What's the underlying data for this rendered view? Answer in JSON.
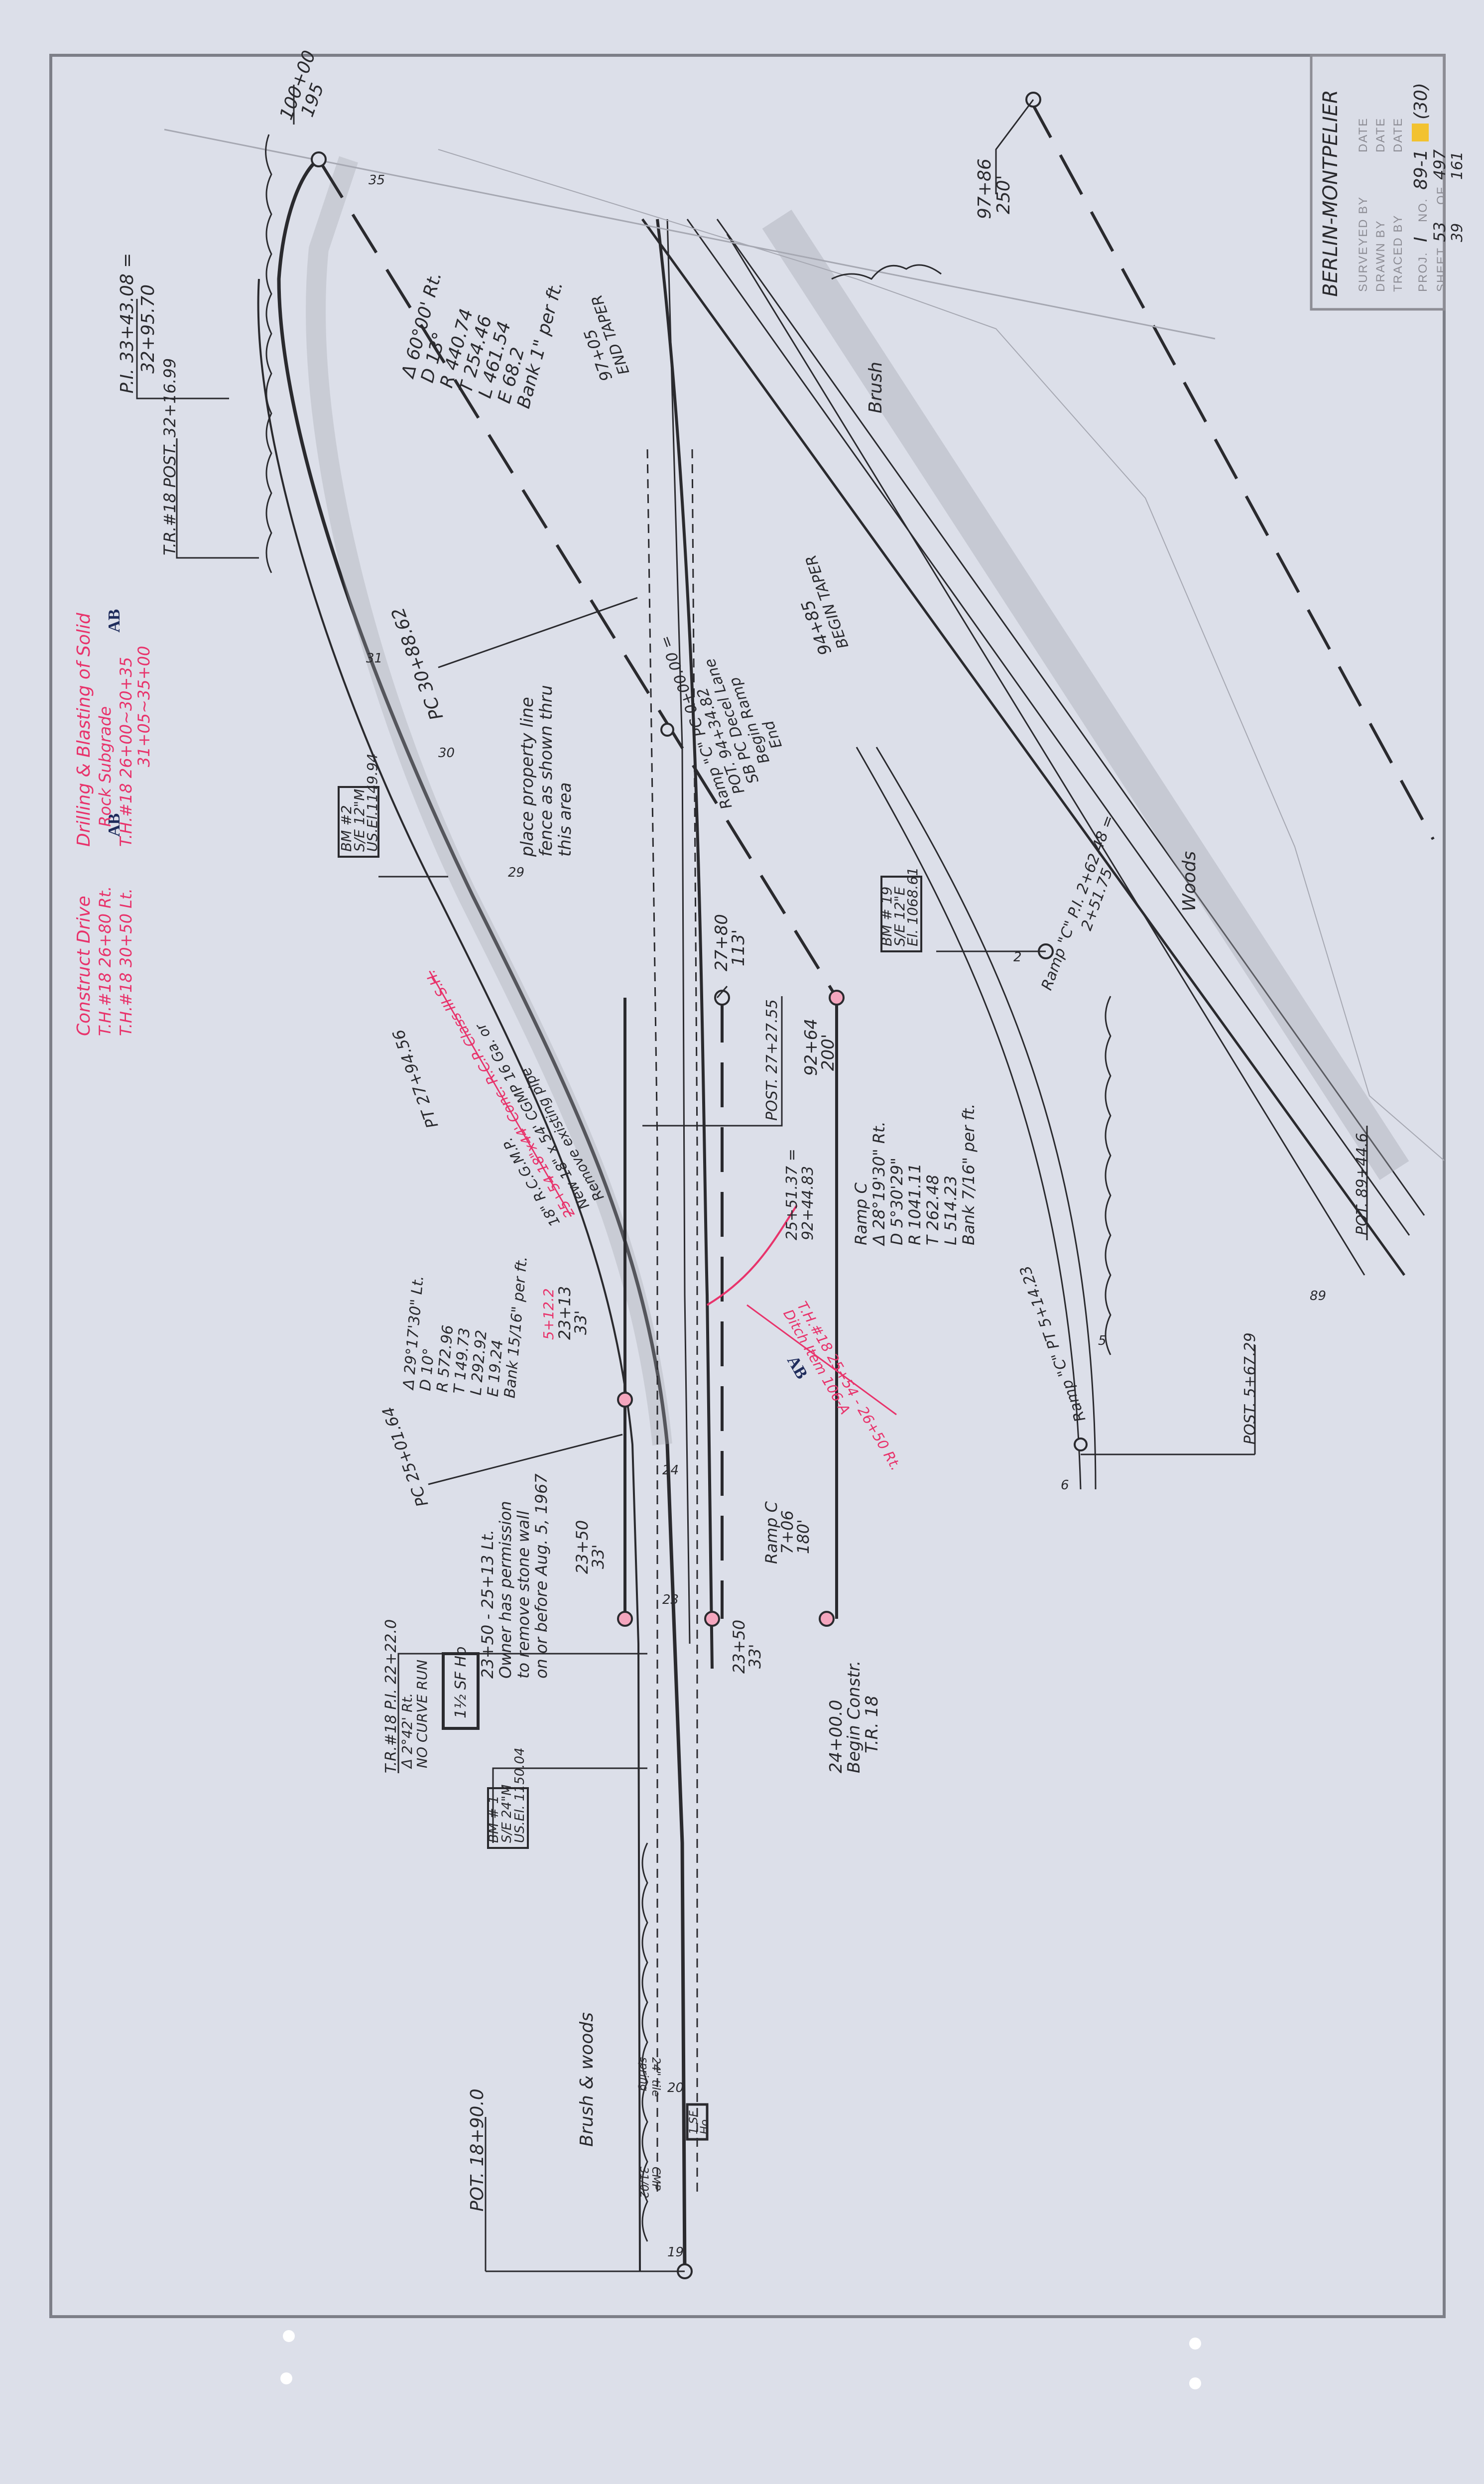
{
  "title_block": {
    "title": "BERLIN-MONTPELIER",
    "surveyed_by": "SURVEYED BY",
    "drawn_by": "DRAWN BY",
    "traced_by": "TRACED BY",
    "date": "DATE",
    "proj_label": "PROJ.",
    "proj": "I",
    "no_label": "NO.",
    "no": "89-1",
    "no_suffix": "(30)",
    "sheet_label": "SHEET",
    "sheet": "53",
    "of_label": "OF",
    "of": "497",
    "sheet_alt": "39",
    "of_alt": "161"
  },
  "notes": {
    "construct": [
      "Construct Drive",
      "T.H.#18  26+80 Rt.",
      "T.H.#18  30+50 Lt."
    ],
    "drilling": [
      "Drilling & Blasting of Solid",
      "Rock Subgrade",
      "T.H.#18  26+00~30+35",
      "31+05~35+00"
    ],
    "initials": "AB",
    "ditch": [
      "T.H.#18 25+54 - 26+50 Rt.",
      "Ditch Item 106-A"
    ]
  },
  "curves": {
    "c1": [
      "Δ 60°00' Rt.",
      "D 13°",
      "R 440.74",
      "T 254.46",
      "L 461.54",
      "E 68.2",
      "Bank 1\" per ft."
    ],
    "c2": [
      "Δ 29°17'30\" Lt.",
      "D 10°",
      "R 572.96",
      "T 149.73",
      "L 292.92",
      "E 19.24",
      "Bank 15/16\" per ft."
    ],
    "ramp_c": [
      "Ramp C",
      "Δ 28°19'30\" Rt.",
      "D 5°30'29\"",
      "R 1041.11",
      "T 262.48",
      "L 514.23",
      "Bank 7/16\" per ft."
    ]
  },
  "labels": {
    "pi_33": [
      "P.I. 33+43.08 =",
      "32+95.70"
    ],
    "post_32": "T.R.#18 POST. 32+16.99",
    "sta_100": [
      "100+00",
      "195"
    ],
    "sta_97": [
      "97+86",
      "250'"
    ],
    "end_taper": [
      "97+05",
      "END TAPER"
    ],
    "begin_taper": [
      "94+85",
      "BEGIN TAPER"
    ],
    "brush": "Brush",
    "woods": "Woods",
    "pc_30": "PC 30+88.62",
    "bm2": [
      "BM #2",
      "S/E 12\"M",
      "US.El.1149.94"
    ],
    "fence": [
      "place property line",
      "fence as shown thru",
      "this area"
    ],
    "ramp_pc": [
      "Ramp \"C\" PC 0+00.00 =",
      "POT. 94+34.82",
      "SB PC Decel Lane",
      "Begin Ramp",
      "End"
    ],
    "bm19": [
      "BM # 19",
      "S/E 12\"E",
      "El. 1068.61"
    ],
    "ramp_pi": [
      "Ramp \"C\" P.I.  2+62.48 =",
      "2+51.75"
    ],
    "sta_27_80": [
      "27+80",
      "113'"
    ],
    "post_27": "POST. 27+27.55",
    "sta_92_64": [
      "92+64",
      "200'"
    ],
    "eq_25": [
      "25+51.37 =",
      "92+44.83"
    ],
    "pt_27": "PT 27+94.56",
    "pipe": [
      "18\" R.C.G.M.P.",
      "25+54  18\"x44' Conc. R.C.P. Class III S.H.",
      "New 18\" x 54' CGMP 16 Ga. or",
      "Remove existing pipe"
    ],
    "sta_23_13": [
      "23+13",
      "33'"
    ],
    "red_5_12": "5+12.2",
    "pc_25": "PC 25+01.64",
    "wall": [
      "23+50 - 25+13 Lt.",
      "Owner has permission",
      "to remove stone wall",
      "on or before Aug. 5, 1967"
    ],
    "sta_23_50": [
      "23+50",
      "33'"
    ],
    "ramp_7": [
      "Ramp C",
      "7+06",
      "180'"
    ],
    "begin_constr": [
      "24+00.0",
      "Begin Constr.",
      "T.R. 18"
    ],
    "pi_22": [
      "T.R.#18 P.I. 22+22.0",
      "Δ 2°42' Rt.",
      "NO CURVE RUN"
    ],
    "house1": "1½ SF Ho",
    "bm1": [
      "BM # 1",
      "S/E 24\"M",
      "US.El. 1150.04"
    ],
    "pot_18": "POT. 18+90.0",
    "brush_woods": "Brush & woods",
    "house2": [
      "1 SF",
      "Ho."
    ],
    "ramp_pt": "Ramp \"C\" PT 5+14.23",
    "post_5": "POST. 5+67.29",
    "pot_89": "POT. 89+44.6",
    "tile": [
      "24\" tile",
      "spring"
    ],
    "cmp": [
      "CMP",
      "31/02"
    ],
    "stations": [
      "19",
      "20",
      "23",
      "24",
      "29",
      "30",
      "31",
      "35",
      "2",
      "5",
      "6",
      "89"
    ]
  },
  "colors": {
    "paper": "#dcdfe9",
    "ink": "#2a2a2e",
    "red": "#e8336b",
    "highlight": "#f2c230"
  }
}
